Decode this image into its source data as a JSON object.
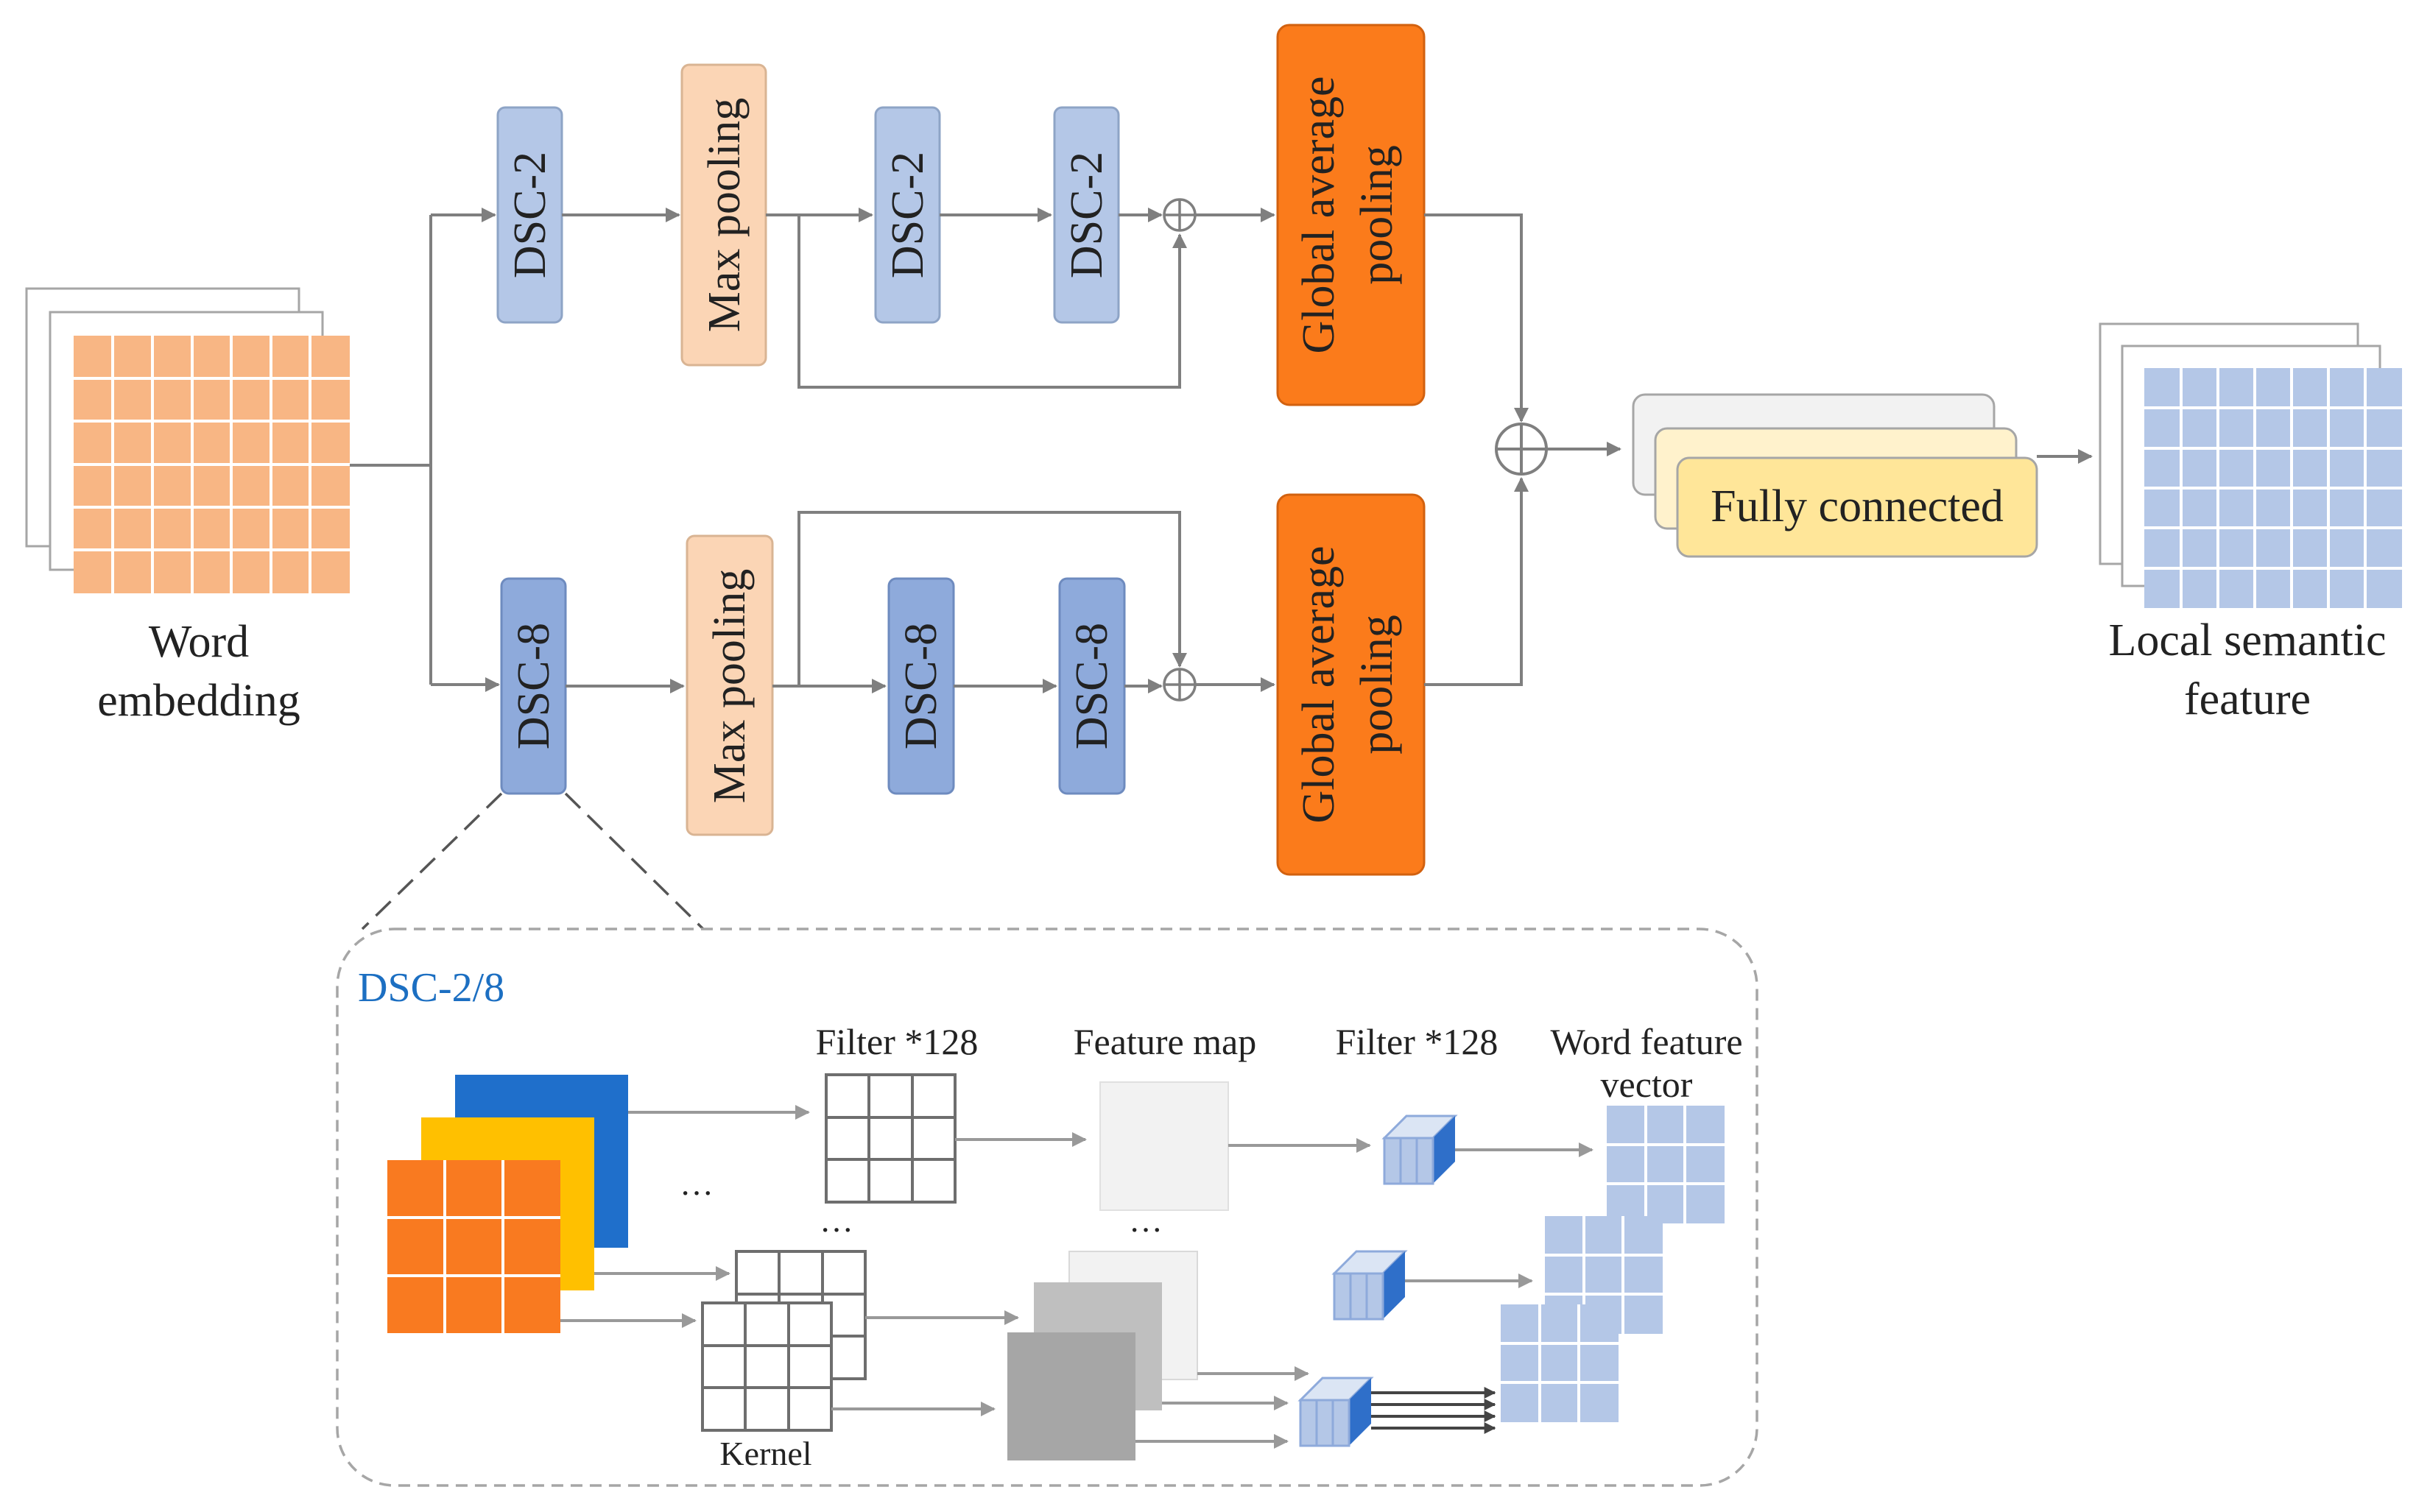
{
  "main": {
    "input_label_line1": "Word",
    "input_label_line2": "embedding",
    "top_branch": {
      "conv1": "DSC-2",
      "pool": "Max pooling",
      "conv2": "DSC-2",
      "conv3": "DSC-2",
      "gap": [
        "Global average",
        "pooling"
      ]
    },
    "bottom_branch": {
      "conv1": "DSC-8",
      "pool": "Max pooling",
      "conv2": "DSC-8",
      "conv3": "DSC-8",
      "gap": [
        "Global average",
        "pooling"
      ]
    },
    "fc": "Fully connected",
    "output_label_line1": "Local semantic",
    "output_label_line2": "feature"
  },
  "detail": {
    "title": "DSC-2/8",
    "filter1": "Filter *128",
    "feature_map": "Feature map",
    "filter2": "Filter *128",
    "word_vec_line1": "Word feature",
    "word_vec_line2": "vector",
    "kernel": "Kernel",
    "ellipsis": "···"
  },
  "colors": {
    "embedding": "#f8b684",
    "dsc2": "#b4c7e7",
    "dsc8": "#8eaadb",
    "maxpool": "#fbd5b5",
    "gap": "#fb7b1b",
    "fc_front": "#ffe699",
    "fc_mid": "#fff2cc",
    "output": "#b4c7e7",
    "slab_blue": "#1f6fcb",
    "slab_yellow": "#ffc000",
    "slab_orange": "#f97a20"
  }
}
